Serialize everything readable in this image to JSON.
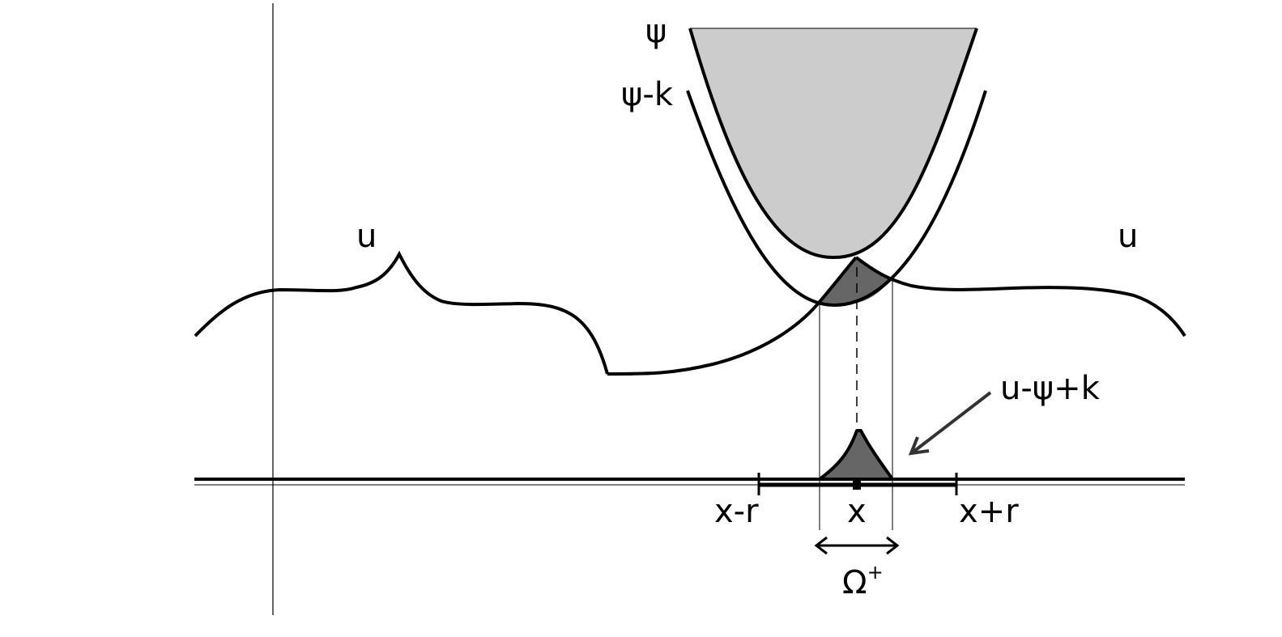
{
  "labels": {
    "psi": "ψ",
    "psi_minus_k": "ψ-k",
    "u_left": "u",
    "u_right": "u",
    "u_minus_psi_plus_k": "u-ψ+k",
    "x_minus_r": "x-r",
    "x": "x",
    "x_plus_r": "x+r",
    "omega": "Ω",
    "omega_sup": "+"
  },
  "colors": {
    "line": "#000000",
    "light_fill": "#cccccc",
    "dark_fill": "#666666",
    "arrow": "#333333"
  }
}
